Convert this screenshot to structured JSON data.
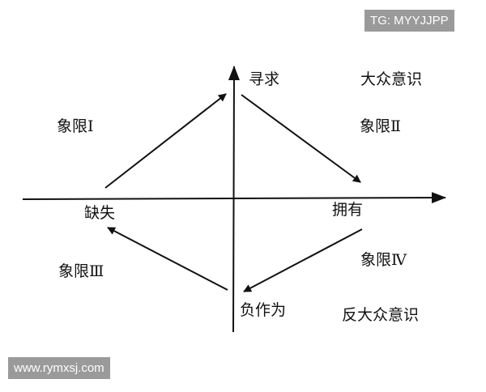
{
  "diagram": {
    "labels": {
      "q1": "象限Ⅰ",
      "q2": "象限Ⅱ",
      "q3": "象限Ⅲ",
      "q4": "象限Ⅳ",
      "seek": "寻求",
      "mass_consciousness": "大众意识",
      "lack": "缺失",
      "possess": "拥有",
      "negative_action": "负作为",
      "anti_mass_consciousness": "反大众意识"
    }
  },
  "watermarks": {
    "top_right": "TG: MYYJJPP",
    "bottom_left": "www.rymxsj.com"
  },
  "colors": {
    "ink": "#111111",
    "watermark_bg": "#9a9a9a",
    "watermark_text": "#ffffff"
  }
}
